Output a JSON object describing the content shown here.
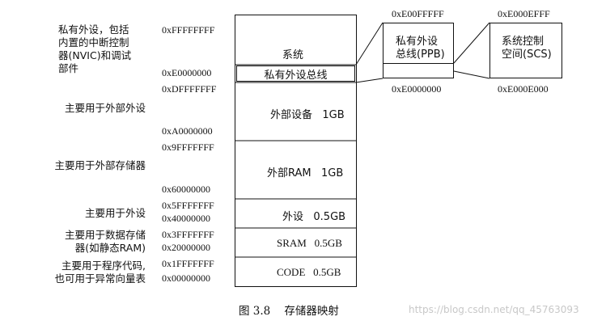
{
  "descriptions": {
    "system": [
      "私有外设，包括",
      "内置的中断控制",
      "器(NVIC)和调试",
      "部件"
    ],
    "ext_device": "主要用于外部外设",
    "ext_ram": "主要用于外部存储器",
    "peripheral": "主要用于外设",
    "sram": [
      "主要用于数据存储",
      "器(如静态RAM)"
    ],
    "code": [
      "主要用于程序代码,",
      "也可用于异常向量表"
    ]
  },
  "addresses": {
    "a_FFFFFFFF": "0xFFFFFFFF",
    "a_E0000000": "0xE0000000",
    "a_DFFFFFFF": "0xDFFFFFFF",
    "a_A0000000": "0xA0000000",
    "a_9FFFFFFF": "0x9FFFFFFF",
    "a_60000000": "0x60000000",
    "a_5FFFFFFF": "0x5FFFFFFF",
    "a_40000000": "0x40000000",
    "a_3FFFFFFF": "0x3FFFFFFF",
    "a_20000000": "0x20000000",
    "a_1FFFFFFF": "0x1FFFFFFF",
    "a_00000000": "0x00000000"
  },
  "segments": {
    "system": "系统",
    "ppb_bus": "私有外设总线",
    "ext_device": "外部设备   1GB",
    "ext_ram": "外部RAM   1GB",
    "peripheral": "外设   0.5GB",
    "sram": "SRAM   0.5GB",
    "code": "CODE   0.5GB"
  },
  "ppb": {
    "top_addr": "0xE00FFFFF",
    "bottom_addr": "0xE0000000",
    "label_line1": "私有外设",
    "label_line2": "总线(PPB)"
  },
  "scs": {
    "top_addr": "0xE000EFFF",
    "bottom_addr": "0xE000E000",
    "label_line1": "系统控制",
    "label_line2": "空间(SCS)"
  },
  "caption": "图 3.8    存储器映射",
  "watermark": "https://blog.csdn.net/qq_45763093"
}
